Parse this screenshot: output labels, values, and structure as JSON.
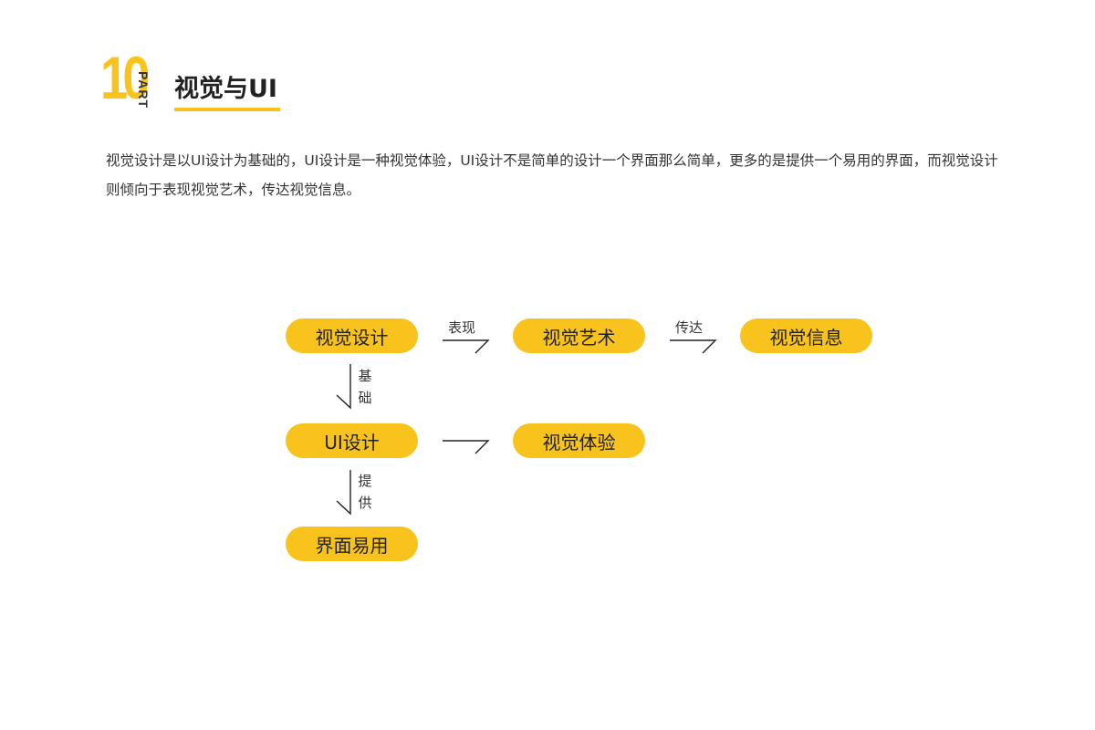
{
  "header": {
    "part_number": "10",
    "part_word": "PART",
    "title": "视觉与UI"
  },
  "intro": "视觉设计是以UI设计为基础的，UI设计是一种视觉体验，UI设计不是简单的设计一个界面那么简单，更多的是提供一个易用的界面，而视觉设计则倾向于表现视觉艺术，传达视觉信息。",
  "colors": {
    "accent": "#f8c31c",
    "text": "#333333"
  },
  "diagram": {
    "nodes": {
      "visual_design": "视觉设计",
      "visual_art": "视觉艺术",
      "visual_info": "视觉信息",
      "ui_design": "UI设计",
      "visual_experience": "视觉体验",
      "usable_interface": "界面易用"
    },
    "edges": {
      "express": "表现",
      "convey": "传达",
      "basis": "基础",
      "provide": "提供"
    }
  }
}
